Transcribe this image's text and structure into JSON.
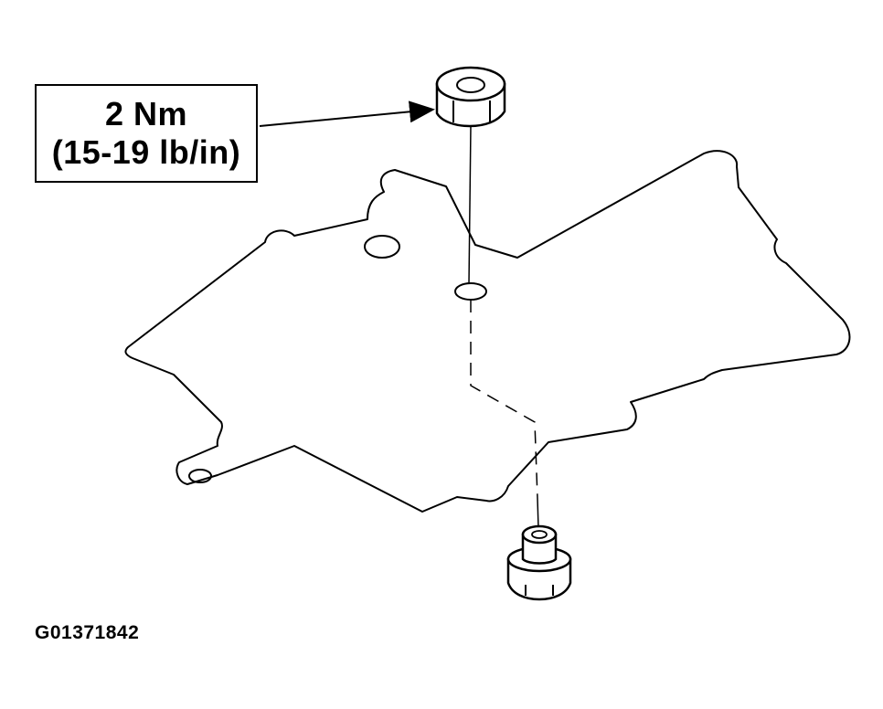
{
  "callout": {
    "torque_metric": "2 Nm",
    "torque_imperial": "(15-19 lb/in)"
  },
  "figure_id": "G01371842",
  "colors": {
    "line": "#000000",
    "background": "#ffffff"
  },
  "icons": {
    "nut": "hex-nut-icon",
    "bolt": "shouldered-screw-icon"
  }
}
